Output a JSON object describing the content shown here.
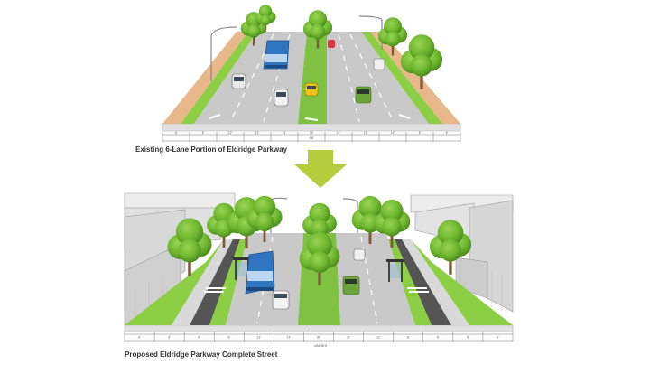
{
  "sections": {
    "existing": {
      "caption": "Existing 6-Lane Portion of Eldridge Parkway",
      "dimension_labels": [
        "6'",
        "8'",
        "12'",
        "12'",
        "11'",
        "30'",
        "11'",
        "12'",
        "12'",
        "8'",
        "6'"
      ],
      "total_label": "98'"
    },
    "proposed": {
      "caption": "Proposed Eldridge Parkway Complete Street",
      "dimension_labels": [
        "6'",
        "8'",
        "8'",
        "8'",
        "12'",
        "11'",
        "30'",
        "11'",
        "12'",
        "8'",
        "8'",
        "8'",
        "6'"
      ],
      "total_label": "VARIES"
    }
  },
  "transition_arrow": {
    "color": "#b5cc3c",
    "direction": "down"
  },
  "colors": {
    "road": "#c9c9c9",
    "road_edge": "#a8a8a8",
    "median_green": "#7fc241",
    "buffer_green": "#8ccf45",
    "sidewalk": "#d9d9d9",
    "tan_path": "#e8b88a",
    "tree": "#6fb82f",
    "building": "#e6e6e6",
    "bus": "#2f75c0"
  },
  "icons": [
    "bus-icon",
    "car-icon",
    "tree-icon",
    "street-light-icon",
    "bus-shelter-icon",
    "building-icon"
  ]
}
